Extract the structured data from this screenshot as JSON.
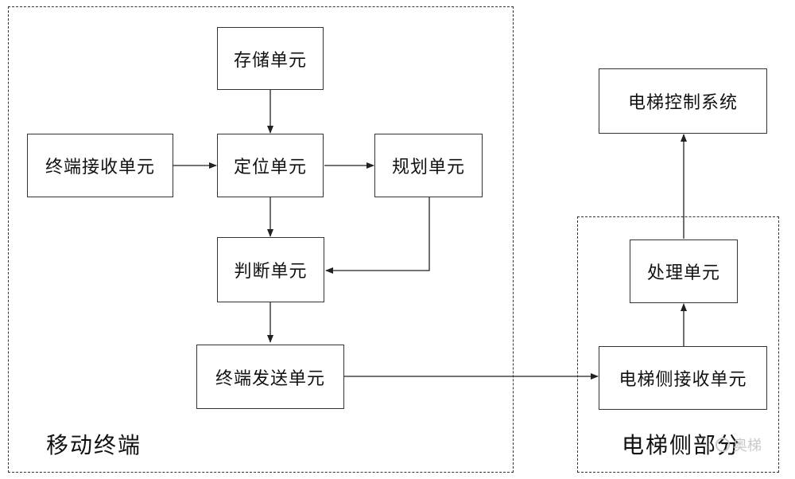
{
  "regions": {
    "mobile_terminal": "移动终端",
    "elevator_side": "电梯侧部分"
  },
  "nodes": {
    "storage_unit": "存储单元",
    "terminal_receive_unit": "终端接收单元",
    "positioning_unit": "定位单元",
    "planning_unit": "规划单元",
    "judgment_unit": "判断单元",
    "terminal_send_unit": "终端发送单元",
    "elevator_control_system": "电梯控制系统",
    "processing_unit": "处理单元",
    "elevator_receive_unit": "电梯侧接收单元"
  },
  "edges": [
    {
      "from": "storage_unit",
      "to": "positioning_unit"
    },
    {
      "from": "terminal_receive_unit",
      "to": "positioning_unit"
    },
    {
      "from": "positioning_unit",
      "to": "planning_unit"
    },
    {
      "from": "positioning_unit",
      "to": "judgment_unit"
    },
    {
      "from": "planning_unit",
      "to": "judgment_unit"
    },
    {
      "from": "judgment_unit",
      "to": "terminal_send_unit"
    },
    {
      "from": "terminal_send_unit",
      "to": "elevator_receive_unit"
    },
    {
      "from": "elevator_receive_unit",
      "to": "processing_unit"
    },
    {
      "from": "processing_unit",
      "to": "elevator_control_system"
    }
  ],
  "watermark": "奥梯"
}
